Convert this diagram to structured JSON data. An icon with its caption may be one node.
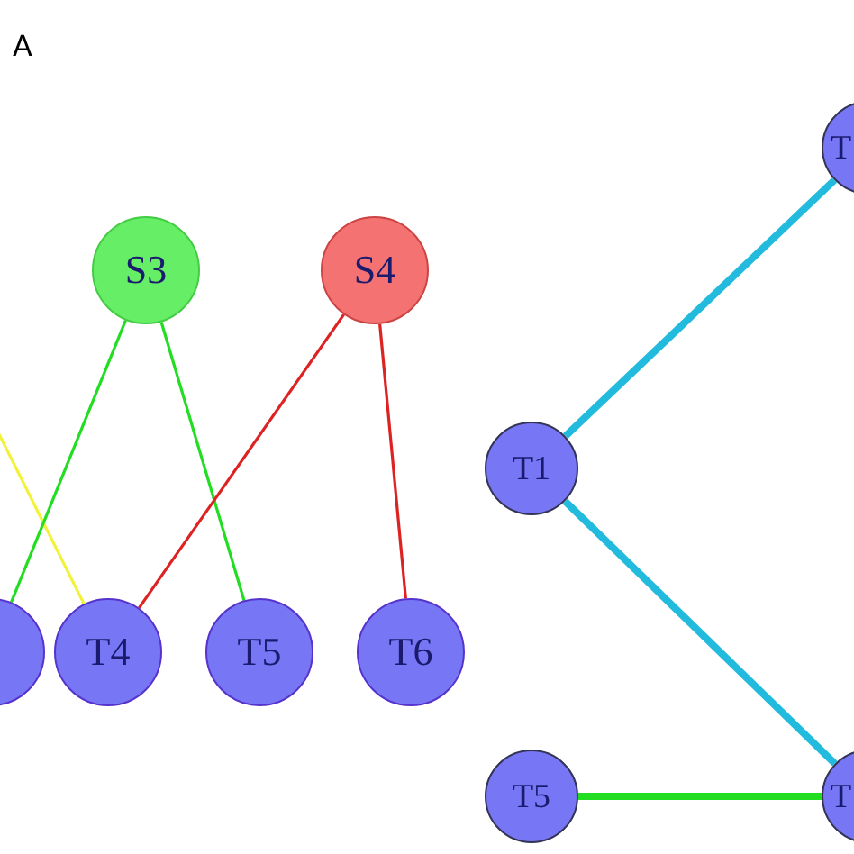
{
  "diagram": {
    "nodes": [
      {
        "text": [
          "S3"
        ]
      },
      {
        "text": [
          "S4"
        ]
      },
      {
        "text": [],
        "shape": "circle"
      },
      {
        "text": [
          "T4"
        ]
      },
      {
        "text": [
          "T5"
        ]
      },
      {
        "text": [
          "T6"
        ]
      },
      {
        "text": [
          "T"
        ]
      },
      {
        "text": [
          "T1"
        ]
      },
      {
        "text": [
          "T5"
        ]
      },
      {
        "text": [
          "T"
        ]
      }
    ],
    "edges": [
      {
        "from": null,
        "to": 3,
        "arrow": "none",
        "color": "#f2f23a"
      },
      {
        "from": 0,
        "to": 2,
        "arrow": "none",
        "color": "#22dd22"
      },
      {
        "from": 0,
        "to": 4,
        "arrow": "none",
        "color": "#22dd22"
      },
      {
        "from": 1,
        "to": 3,
        "arrow": "none",
        "color": "#dd2222"
      },
      {
        "from": 1,
        "to": 5,
        "arrow": "none",
        "color": "#dd2222"
      },
      {
        "from": 6,
        "to": 7,
        "arrow": "none",
        "style": "thick",
        "color": "#22bbdd"
      },
      {
        "from": 7,
        "to": 9,
        "arrow": "none",
        "style": "thick",
        "color": "#22bbdd"
      },
      {
        "from": 8,
        "to": 9,
        "arrow": "none",
        "style": "thick",
        "color": "#22dd22"
      }
    ],
    "labels": [
      "A"
    ]
  }
}
